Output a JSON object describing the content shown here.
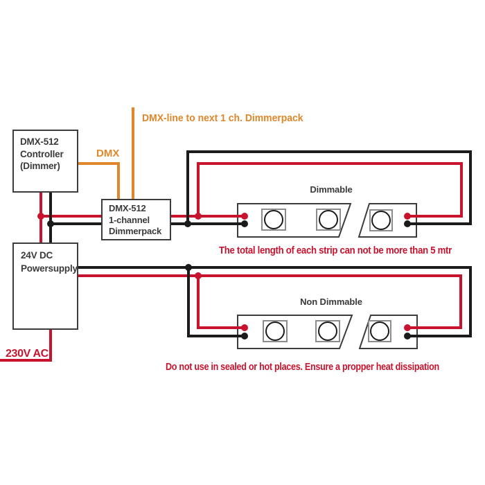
{
  "colors": {
    "wire_red": "#c8132e",
    "wire_black": "#1b1b1b",
    "wire_orange": "#e0872b",
    "box_border": "#3c3c3c",
    "module_border": "#8c8c8c",
    "text_dark": "#3a3a3a",
    "background": "#ffffff"
  },
  "components": {
    "controller": {
      "label": "DMX-512\nController\n(Dimmer)"
    },
    "dimmerpack": {
      "label": "DMX-512\n1-channel\nDimmerpack"
    },
    "powersupply": {
      "label": "24V DC\nPowersupply"
    }
  },
  "wire_labels": {
    "dmx": "DMX",
    "dmx_next": "DMX-line to next 1 ch. Dimmerpack",
    "mains": "230V AC"
  },
  "strips": {
    "top": {
      "label": "Dimmable"
    },
    "bottom": {
      "label": "Non Dimmable"
    }
  },
  "notes": {
    "strip_length": "The total length of each strip can not be more than 5 mtr",
    "heat": "Do not use in sealed or hot places. Ensure a propper heat dissipation"
  }
}
